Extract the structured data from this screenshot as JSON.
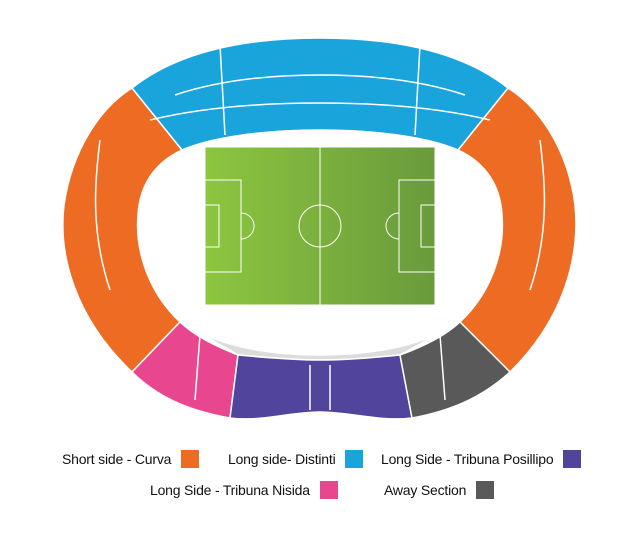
{
  "colors": {
    "curva": "#ED6B22",
    "distinti": "#1AA4DC",
    "posillipo": "#51449C",
    "nisida": "#E8478F",
    "away": "#595959",
    "unassigned": "#DCDCDC",
    "pitch_light": "#8CC63F",
    "pitch_dark": "#6A9A3C",
    "lines": "#FFFFFF"
  },
  "legend": {
    "curva": "Short side - Curva",
    "distinti": "Long side- Distinti",
    "posillipo": "Long Side - Tribuna Posillipo",
    "nisida": "Long Side - Tribuna  Nisida",
    "away": "Away Section"
  }
}
